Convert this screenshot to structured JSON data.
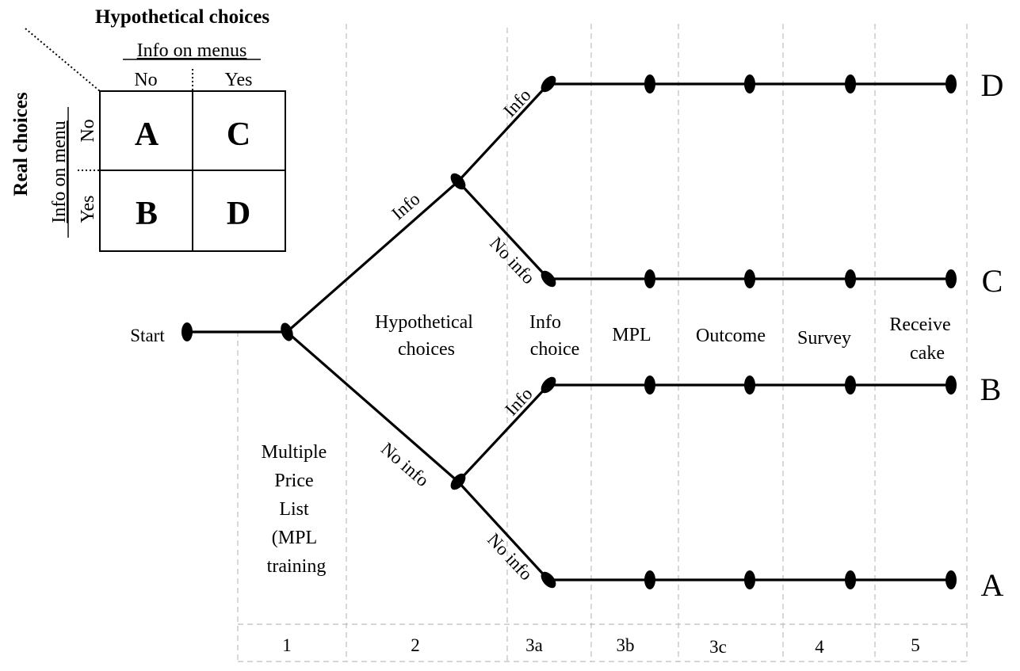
{
  "matrix": {
    "title": "Hypothetical choices",
    "col_header": "Info on menus",
    "col_labels": [
      "No",
      "Yes"
    ],
    "row_title": "Real choices",
    "row_header": "Info on menu",
    "row_labels": [
      "No",
      "Yes"
    ],
    "cells": [
      "A",
      "C",
      "B",
      "D"
    ]
  },
  "tree": {
    "start": "Start",
    "info": "Info",
    "no_info": "No info",
    "outcomes": [
      "D",
      "C",
      "B",
      "A"
    ]
  },
  "stages": {
    "s1": [
      "Multiple",
      "Price",
      "List",
      "(MPL",
      "training"
    ],
    "s2": [
      "Hypothetical",
      "choices"
    ],
    "s3a": [
      "Info",
      "choice"
    ],
    "s3b": "MPL",
    "s3c": "Outcome",
    "s4": "Survey",
    "s5": [
      "Receive",
      "cake"
    ]
  },
  "step_numbers": [
    "1",
    "2",
    "3a",
    "3b",
    "3c",
    "4",
    "5"
  ]
}
